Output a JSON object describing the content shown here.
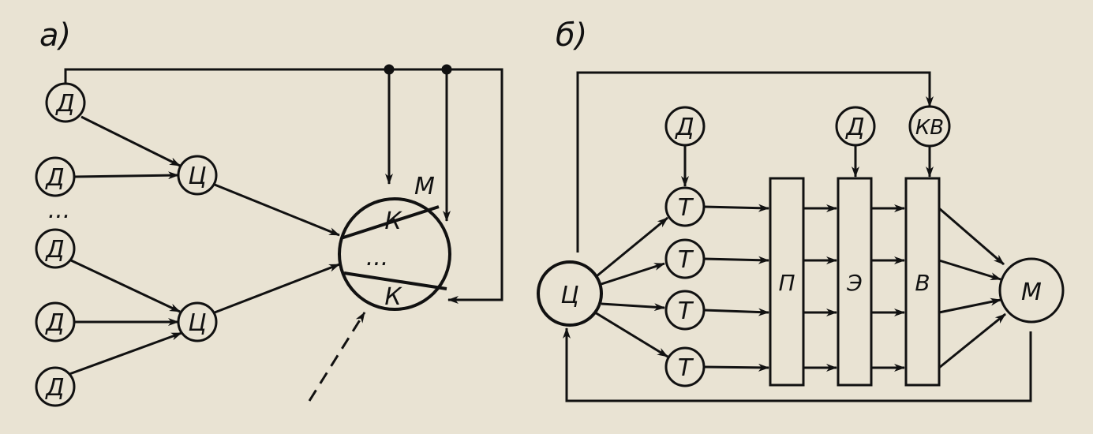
{
  "panels": {
    "a": {
      "label": "а)"
    },
    "b": {
      "label": "б)"
    }
  },
  "labels": {
    "sensor": "Д",
    "center": "Ц",
    "dots_vertical": "...",
    "dots_inside": "...",
    "k": "К",
    "m": "М",
    "transmitter": "Т",
    "block_p": "П",
    "block_e": "Э",
    "block_v": "В",
    "kv": "КВ",
    "motor": "М"
  },
  "colors": {
    "background": "#e9e3d3",
    "ink": "#111111"
  }
}
